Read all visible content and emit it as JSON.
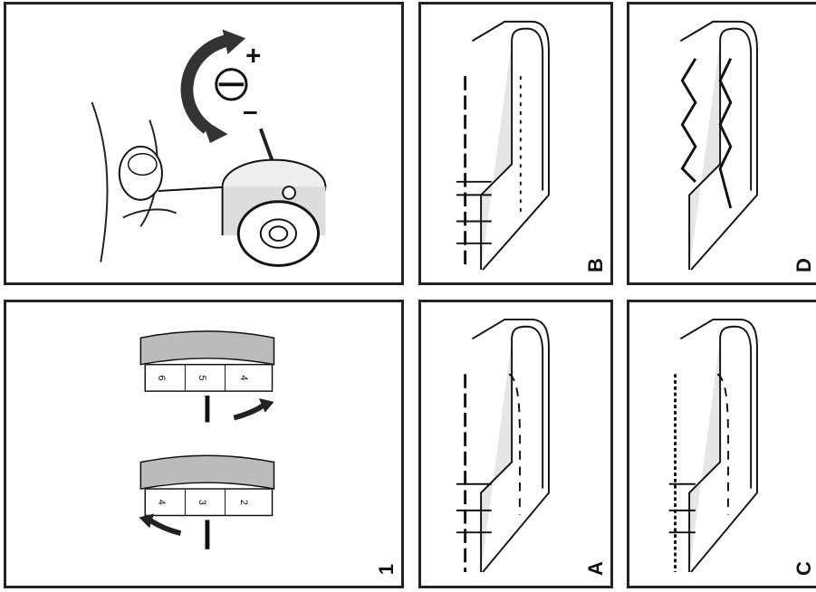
{
  "bobbin_panel": {
    "plus_sign": "+",
    "minus_sign": "–"
  },
  "dial_panel": {
    "figure_number": "1",
    "upper_dial": {
      "numbers": [
        "6",
        "5",
        "4"
      ]
    },
    "lower_dial": {
      "numbers": [
        "4",
        "3",
        "2"
      ]
    }
  },
  "stitch_panels": [
    {
      "letter": "B",
      "type": "straight-with-bar"
    },
    {
      "letter": "D",
      "type": "zigzag"
    },
    {
      "letter": "A",
      "type": "dashed"
    },
    {
      "letter": "C",
      "type": "dashed-fine"
    }
  ]
}
